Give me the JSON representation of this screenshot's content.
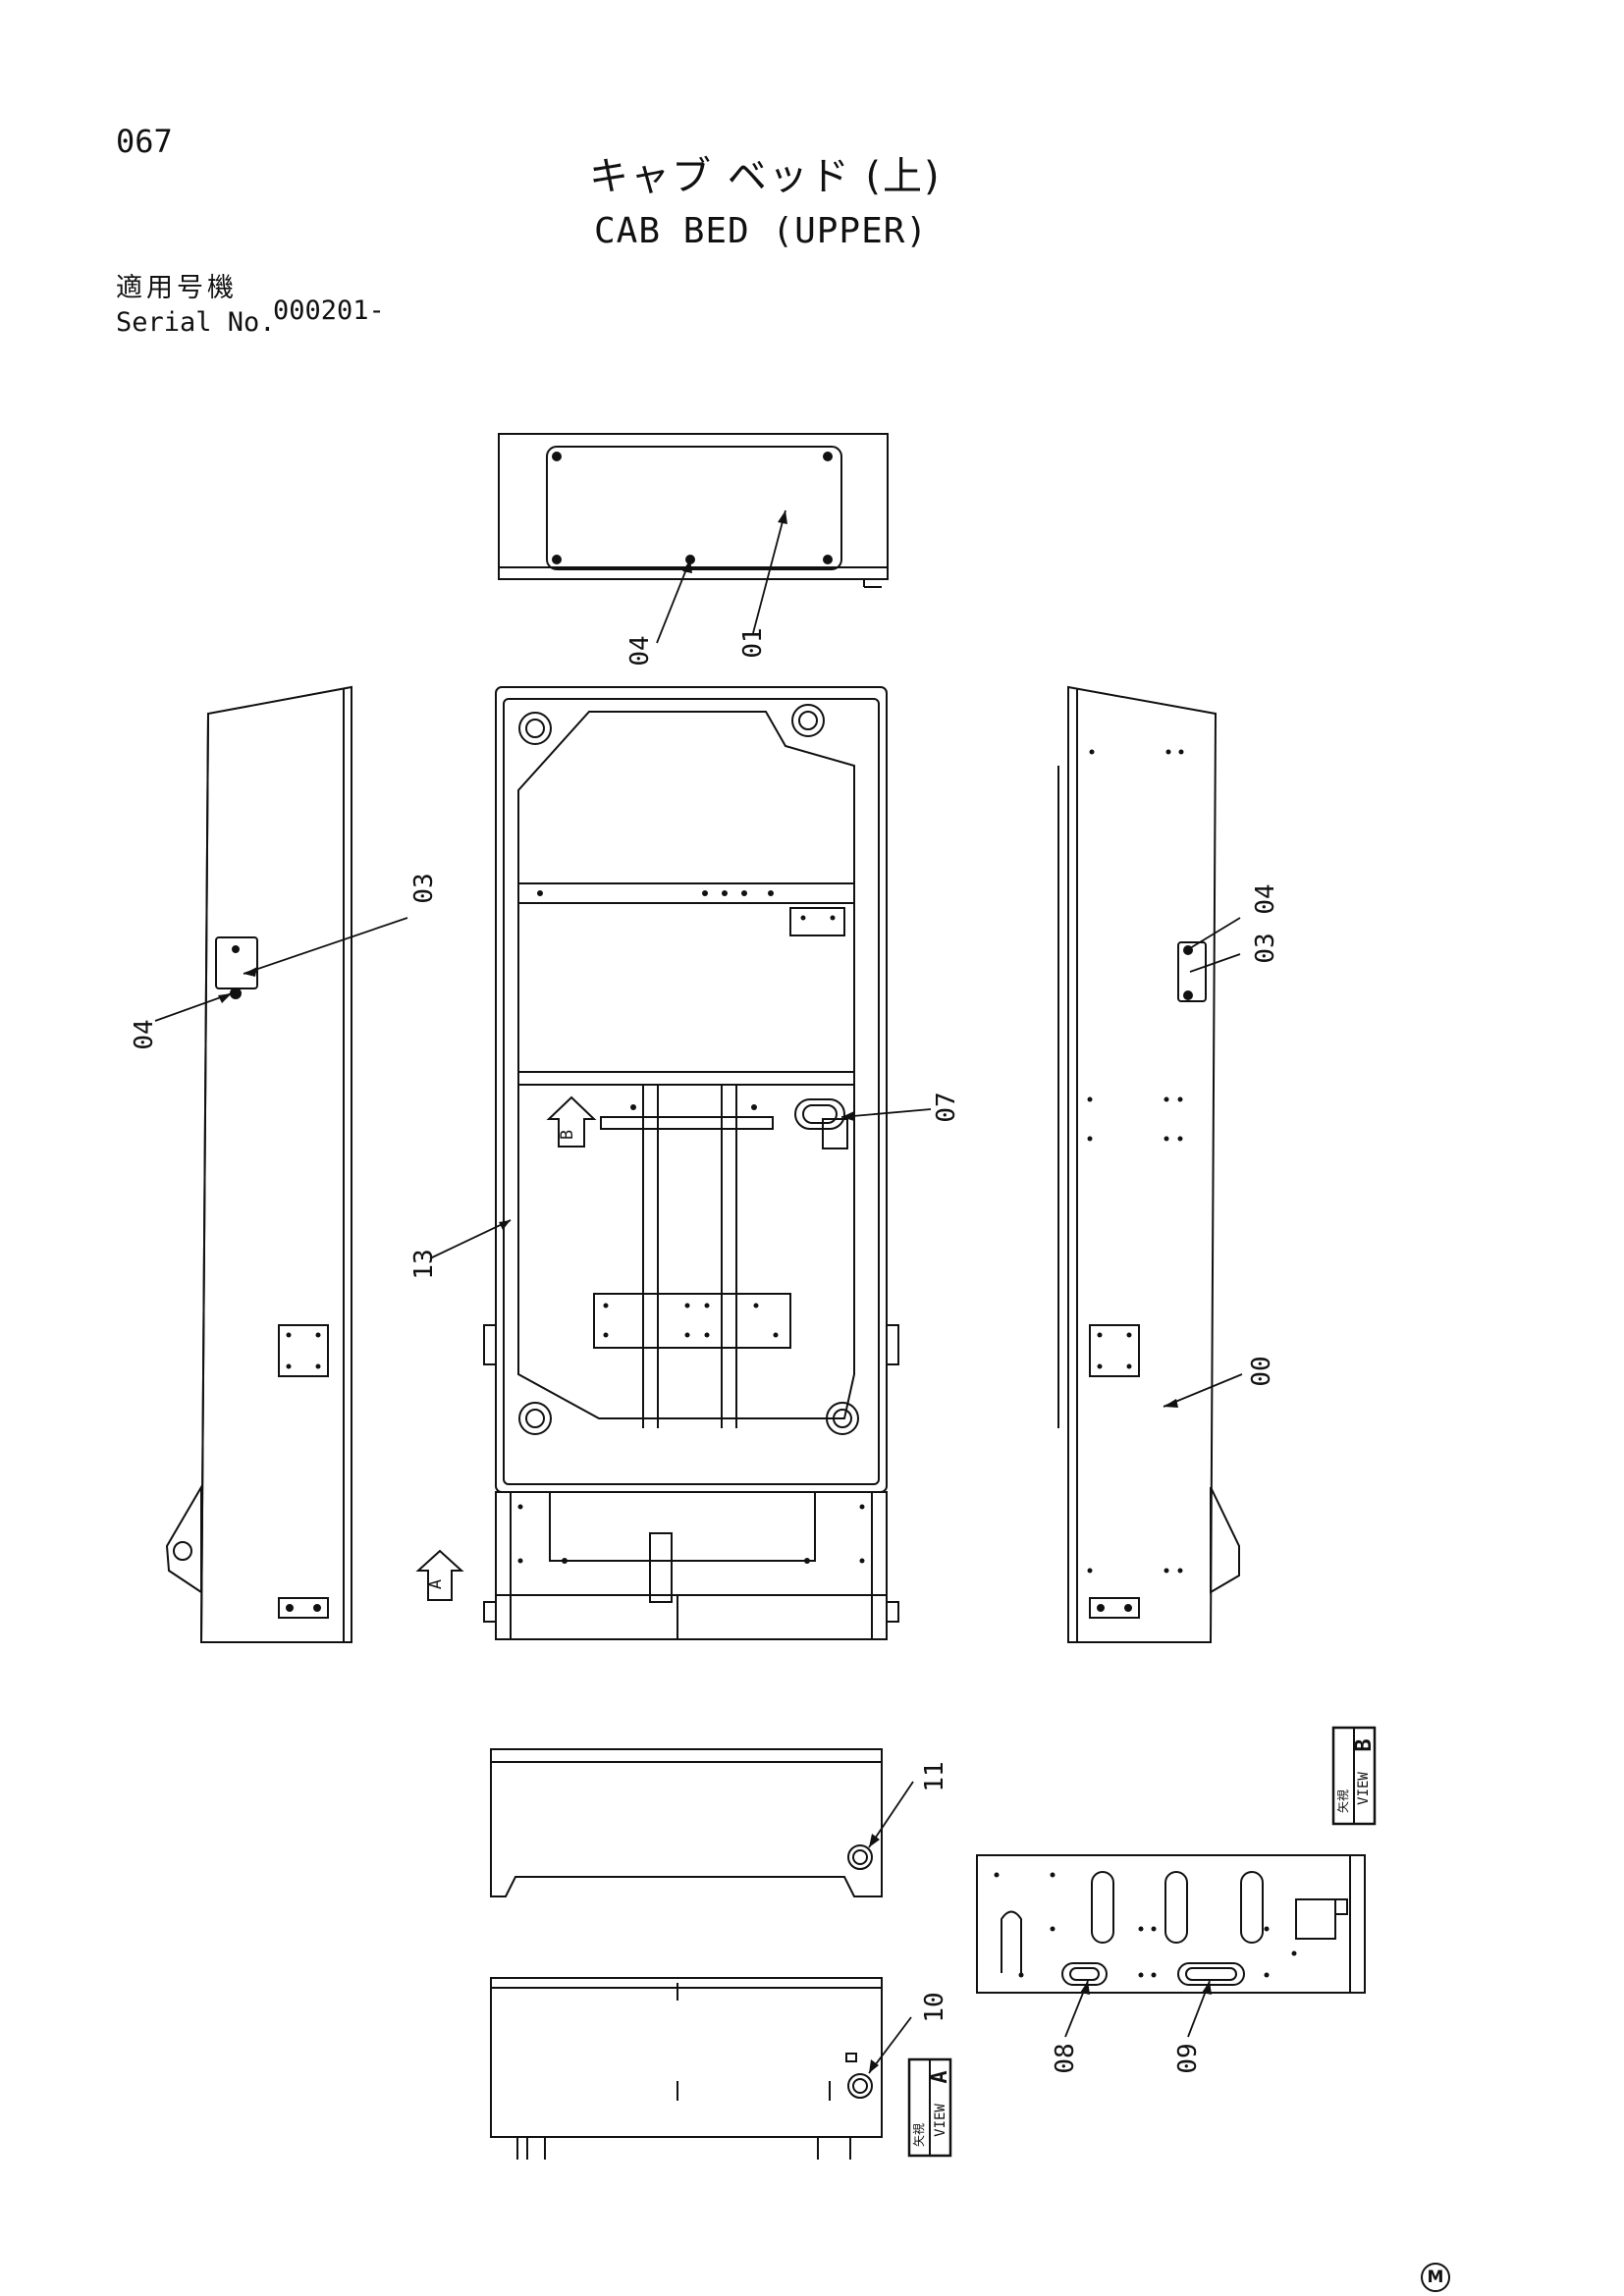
{
  "header": {
    "page_number": "067",
    "title_jp": "キャブ ベッド (上)",
    "title_en": "CAB BED (UPPER)",
    "serial_label_jp": "適用号機",
    "serial_label_en": "Serial No.",
    "serial_value": "000201-"
  },
  "callouts": {
    "c00": "00",
    "c01": "01",
    "c03_left": "03",
    "c03_right": "03",
    "c04_top": "04",
    "c04_left": "04",
    "c04_right": "04",
    "c07": "07",
    "c08": "08",
    "c09": "09",
    "c10": "10",
    "c11": "11",
    "c13": "13"
  },
  "view_markers": {
    "view_a_letter": "A",
    "view_b_letter": "B",
    "view_a_label_jp": "矢視",
    "view_a_label_en": "VIEW",
    "view_b_label_jp": "矢視",
    "view_b_label_en": "VIEW"
  },
  "footer": {
    "mark": "M"
  }
}
